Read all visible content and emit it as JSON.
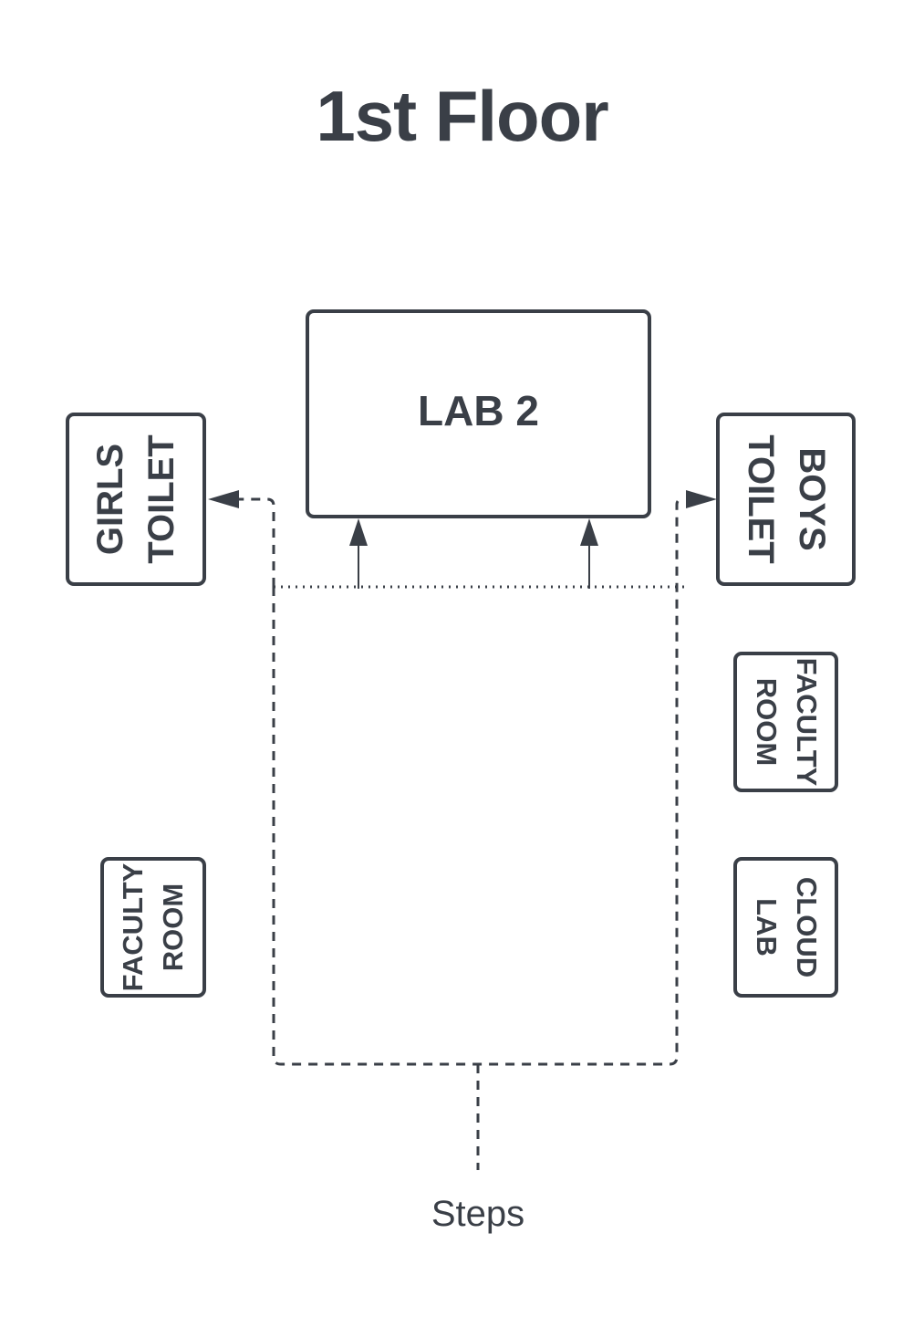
{
  "title": "1st Floor",
  "rooms": {
    "lab2": "LAB 2",
    "girls_toilet": [
      "GIRLS",
      "TOILET"
    ],
    "boys_toilet": [
      "BOYS",
      "TOILET"
    ],
    "faculty_room_right": [
      "FACULTY",
      "ROOM"
    ],
    "faculty_room_left": [
      "FACULTY",
      "ROOM"
    ],
    "cloud_lab": [
      "CLOUD",
      "LAB"
    ]
  },
  "steps": "Steps",
  "colors": {
    "stroke": "#3a3f47",
    "background": "#ffffff"
  }
}
